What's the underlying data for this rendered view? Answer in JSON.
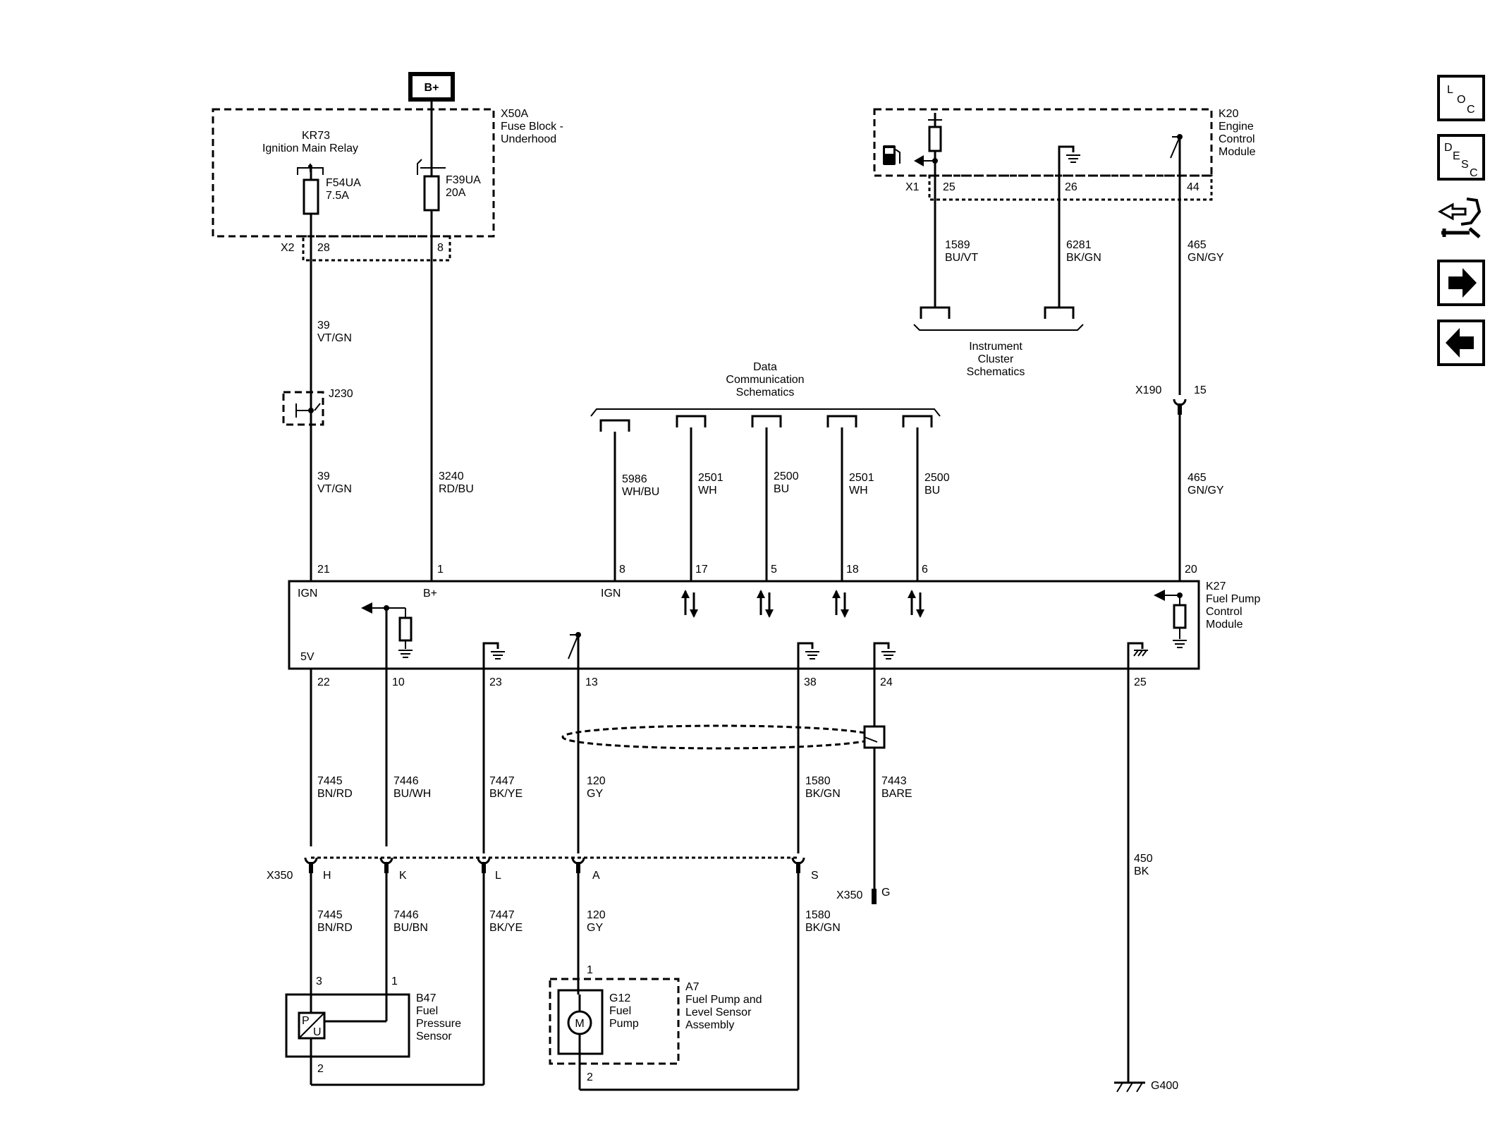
{
  "bplus": "B+",
  "fuse_block": {
    "l1": "X50A",
    "l2": "Fuse Block -",
    "l3": "Underhood"
  },
  "relay": {
    "l1": "KR73",
    "l2": "Ignition Main Relay"
  },
  "fuse1": {
    "l1": "F54UA",
    "l2": "7.5A"
  },
  "fuse2": {
    "l1": "F39UA",
    "l2": "20A"
  },
  "x2": {
    "conn": "X2",
    "p1": "28",
    "p2": "8"
  },
  "wires": {
    "w39a": {
      "num": "39",
      "color": "VT/GN"
    },
    "w39b": {
      "num": "39",
      "color": "VT/GN"
    },
    "w3240": {
      "num": "3240",
      "color": "RD/BU"
    },
    "w5986": {
      "num": "5986",
      "color": "WH/BU"
    },
    "w2501a": {
      "num": "2501",
      "color": "WH"
    },
    "w2500a": {
      "num": "2500",
      "color": "BU"
    },
    "w2501b": {
      "num": "2501",
      "color": "WH"
    },
    "w2500b": {
      "num": "2500",
      "color": "BU"
    },
    "w465a": {
      "num": "465",
      "color": "GN/GY"
    },
    "w465b": {
      "num": "465",
      "color": "GN/GY"
    },
    "w1589": {
      "num": "1589",
      "color": "BU/VT"
    },
    "w6281": {
      "num": "6281",
      "color": "BK/GN"
    },
    "w7445a": {
      "num": "7445",
      "color": "BN/RD"
    },
    "w7446a": {
      "num": "7446",
      "color": "BU/WH"
    },
    "w7447a": {
      "num": "7447",
      "color": "BK/YE"
    },
    "w120a": {
      "num": "120",
      "color": "GY"
    },
    "w1580a": {
      "num": "1580",
      "color": "BK/GN"
    },
    "w7443": {
      "num": "7443",
      "color": "BARE"
    },
    "w7445b": {
      "num": "7445",
      "color": "BN/RD"
    },
    "w7446b": {
      "num": "7446",
      "color": "BU/BN"
    },
    "w7447b": {
      "num": "7447",
      "color": "BK/YE"
    },
    "w120b": {
      "num": "120",
      "color": "GY"
    },
    "w1580b": {
      "num": "1580",
      "color": "BK/GN"
    },
    "w450": {
      "num": "450",
      "color": "BK"
    }
  },
  "j230": "J230",
  "data_comm": {
    "l1": "Data",
    "l2": "Communication",
    "l3": "Schematics"
  },
  "k20": {
    "l1": "K20",
    "l2": "Engine",
    "l3": "Control",
    "l4": "Module",
    "conn": "X1",
    "p1": "25",
    "p2": "26",
    "p3": "44"
  },
  "cluster": {
    "l1": "Instrument",
    "l2": "Cluster",
    "l3": "Schematics"
  },
  "x190": {
    "conn": "X190",
    "pin": "15"
  },
  "k27": {
    "l1": "K27",
    "l2": "Fuel Pump",
    "l3": "Control",
    "l4": "Module",
    "top_pins": [
      "21",
      "1",
      "8",
      "17",
      "5",
      "18",
      "6",
      "20"
    ],
    "bottom_pins": [
      "22",
      "10",
      "23",
      "13",
      "38",
      "24",
      "25"
    ],
    "ign1": "IGN",
    "bplus": "B+",
    "ign2": "IGN",
    "v5": "5V"
  },
  "x350": {
    "conn": "X350",
    "pins": [
      "H",
      "K",
      "L",
      "A",
      "S"
    ],
    "conn2": "X350",
    "pin_g": "G"
  },
  "b47": {
    "l1": "B47",
    "l2": "Fuel",
    "l3": "Pressure",
    "l4": "Sensor",
    "pin3": "3",
    "pin1": "1",
    "pin2": "2",
    "p": "P",
    "u": "U"
  },
  "a7": {
    "l1": "A7",
    "l2": "Fuel Pump and",
    "l3": "Level Sensor",
    "l4": "Assembly",
    "pin1": "1",
    "pin2": "2"
  },
  "g12": {
    "l1": "G12",
    "l2": "Fuel",
    "l3": "Pump",
    "m": "M"
  },
  "g400": "G400",
  "nav": {
    "loc": [
      "L",
      "O",
      "C"
    ],
    "desc": [
      "D",
      "E",
      "S",
      "C"
    ]
  }
}
